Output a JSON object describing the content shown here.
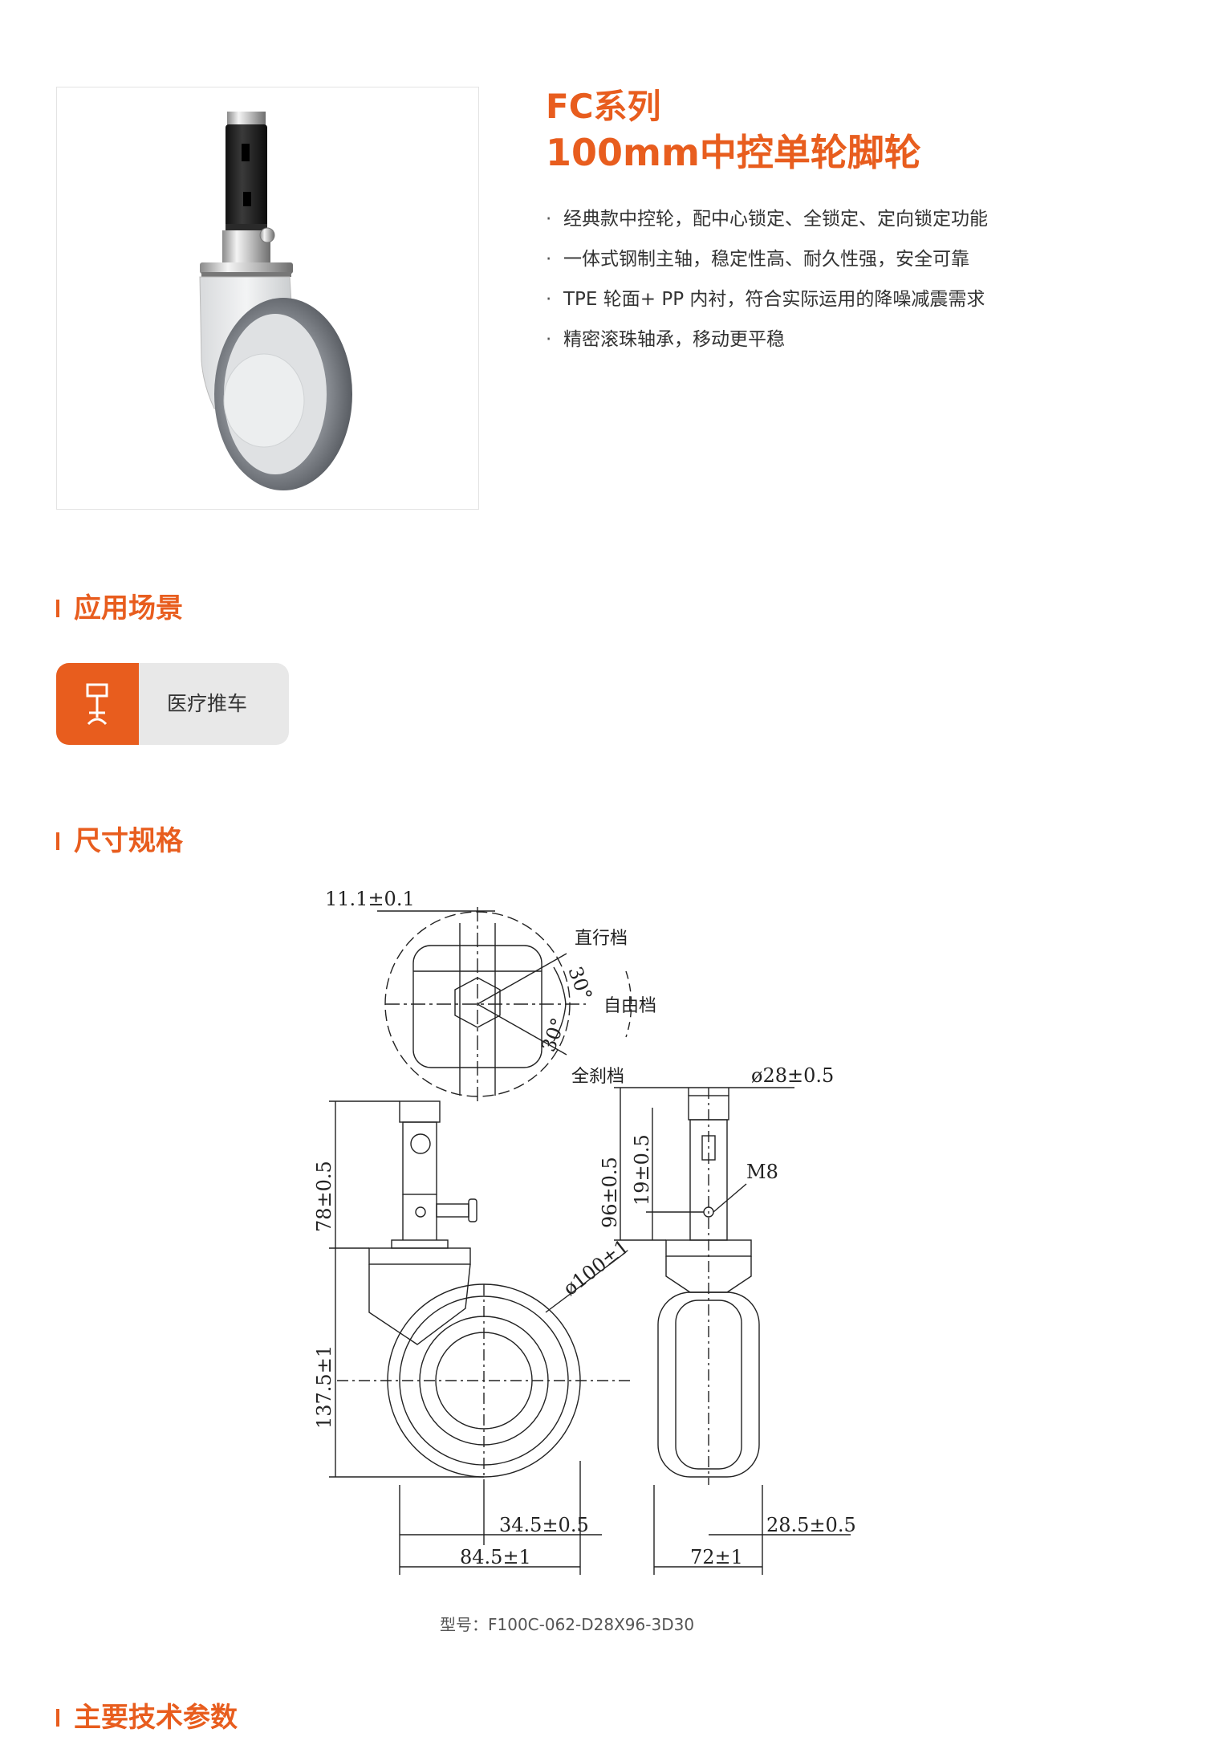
{
  "product": {
    "series": "FC系列",
    "name": "100mm中控单轮脚轮",
    "features": [
      "经典款中控轮，配中心锁定、全锁定、定向锁定功能",
      "一体式钢制主轴，稳定性高、耐久性强，安全可靠",
      "TPE 轮面+ PP 内衬，符合实际运用的降噪减震需求",
      "精密滚珠轴承，移动更平稳"
    ],
    "feature_bullet": "·"
  },
  "application": {
    "heading": "应用场景",
    "items": [
      {
        "icon": "medical-cart-icon",
        "label": "医疗推车"
      }
    ]
  },
  "dimensions": {
    "heading": "尺寸规格",
    "labels": {
      "stem_width": "11.1±0.1",
      "gear_straight": "直行档",
      "gear_free": "自由档",
      "gear_brake": "全刹档",
      "angle_top": "30°",
      "angle_bottom": "30°",
      "stem_height": "78±0.5",
      "total_height": "137.5±1",
      "wheel_dia": "ø100±1",
      "offset": "34.5±0.5",
      "side_length": "84.5±1",
      "stem_dia": "ø28±0.5",
      "height_96": "96±0.5",
      "height_19": "19±0.5",
      "thread": "M8",
      "tread_width": "28.5±0.5",
      "front_width": "72±1",
      "small_thread_mark": "M8"
    },
    "model": "型号：F100C-062-D28X96-3D30"
  },
  "specs": {
    "heading": "主要技术参数"
  },
  "colors": {
    "accent": "#e85d1e",
    "text": "#333333",
    "card_bg": "#e8e8e8"
  }
}
